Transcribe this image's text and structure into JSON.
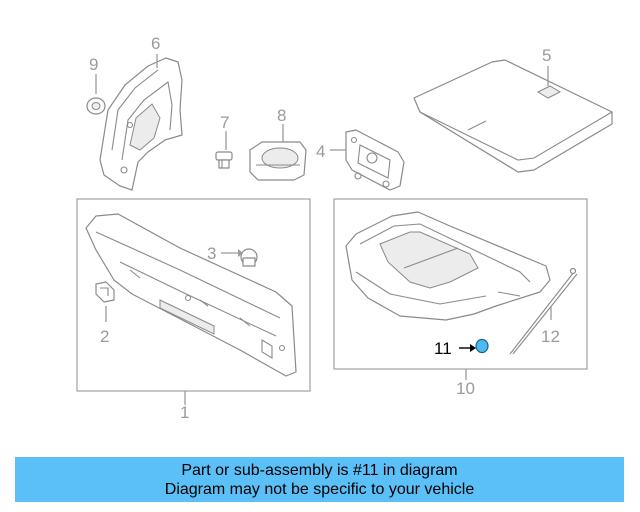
{
  "colors": {
    "banner_bg": "#5bc0f8",
    "highlight_part": "#4fb9f2",
    "line_gray": "#8a8a8a",
    "callout_gray": "#9a9a9a"
  },
  "callouts": {
    "c1": "1",
    "c2": "2",
    "c3": "3",
    "c4": "4",
    "c5": "5",
    "c6": "6",
    "c7": "7",
    "c8": "8",
    "c9": "9",
    "c10": "10",
    "c11": "11",
    "c12": "12"
  },
  "banner": {
    "line1": "Part or sub-assembly is #11 in diagram",
    "line2": "Diagram may not be specific to your vehicle"
  }
}
